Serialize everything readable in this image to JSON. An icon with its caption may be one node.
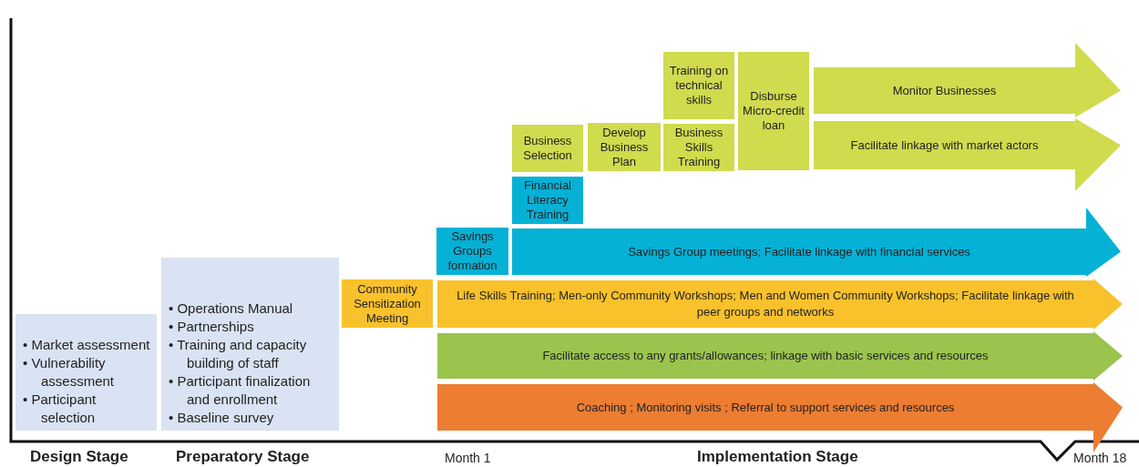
{
  "diagram": {
    "nodes": [
      {
        "text": [
          "• Market assessment",
          "• Vulnerability assessment",
          "• Participant selection"
        ]
      },
      {
        "text": [
          "• Operations Manual",
          "• Partnerships",
          "• Training and capacity building of staff",
          "• Participant finalization and enrollment",
          "• Baseline survey"
        ]
      },
      {
        "text": [
          "Community Sensitization Meeting"
        ]
      },
      {
        "text": [
          "Savings Groups formation"
        ]
      },
      {
        "text": [
          "Financial Literacy Training"
        ]
      },
      {
        "text": [
          "Business Selection"
        ]
      },
      {
        "text": [
          "Develop Business Plan"
        ]
      },
      {
        "text": [
          "Training on technical skills"
        ]
      },
      {
        "text": [
          "Business Skills Training"
        ]
      },
      {
        "text": [
          "Disburse Micro-credit loan"
        ]
      },
      {
        "text": [
          "Monitor Businesses"
        ]
      },
      {
        "text": [
          "Facilitate linkage with market actors"
        ]
      },
      {
        "text": [
          "Savings Group meetings; Facilitate linkage with financial services"
        ]
      },
      {
        "text": [
          "Life Skills Training; Men-only Community Workshops; Men and Women Community Workshops; Facilitate linkage with peer groups and networks"
        ]
      },
      {
        "text": [
          "Facilitate access to any grants/allowances; linkage with basic services and resources"
        ]
      },
      {
        "text": [
          "Coaching ; Monitoring visits ; Referral to support services and resources"
        ]
      }
    ],
    "edges": [],
    "labels": [
      "Design Stage",
      "Preparatory Stage",
      "Month 1",
      "Implementation Stage",
      "Month 18"
    ]
  }
}
